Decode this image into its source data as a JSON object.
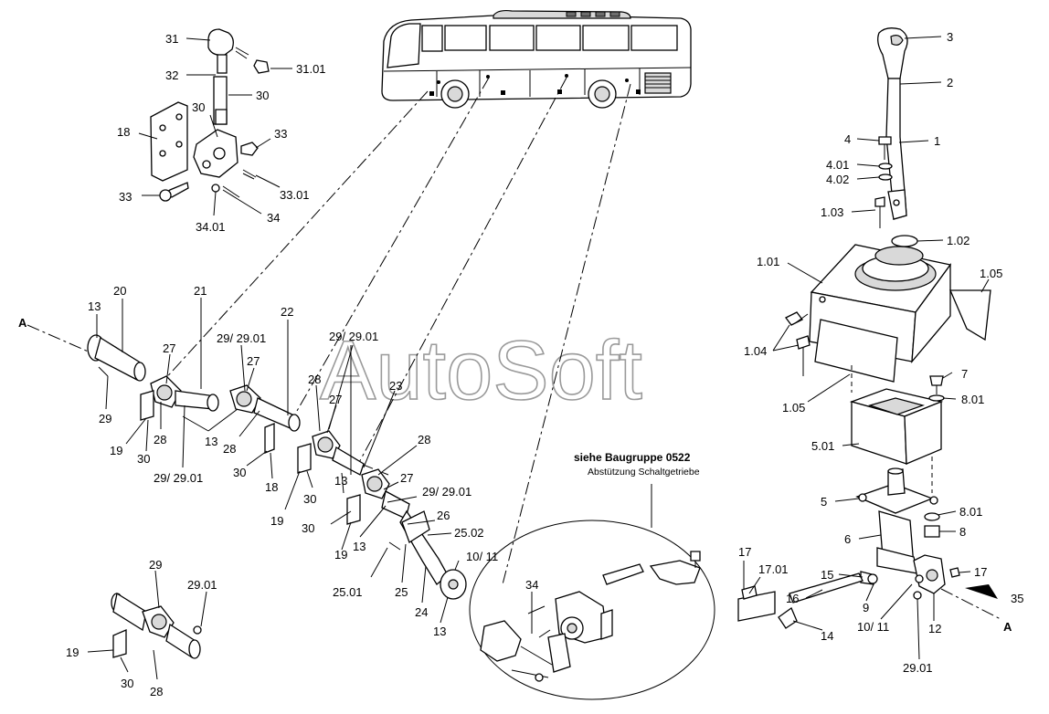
{
  "watermark": "AutoSoft",
  "inset_note": {
    "title": "siehe Baugruppe 0522",
    "subtitle": "Abstützung Schaltgetriebe"
  },
  "labels": {
    "l31": "31",
    "l32": "32",
    "l30a": "30",
    "l3101": "31.01",
    "l18a": "18",
    "l30b": "30",
    "l33a": "33",
    "l33b": "33",
    "l3301": "33.01",
    "l34a": "34",
    "l3401": "34.01",
    "lA1": "A",
    "l13a": "13",
    "l20": "20",
    "l21": "21",
    "l22": "22",
    "l27a": "27",
    "l29a": "29",
    "l19a": "19",
    "l30c": "30",
    "l28a": "28",
    "l292901a": "29/ 29.01",
    "l13b": "13",
    "l292901b": "29/ 29.01",
    "l27b": "27",
    "l28b": "28",
    "l30d": "30",
    "l18b": "18",
    "l292901c": "29/ 29.01",
    "l28c": "28",
    "l27c": "27",
    "l23": "23",
    "l19b": "19",
    "l30e": "30",
    "l13c": "13",
    "l28d": "28",
    "l27d": "27",
    "l292901d": "29/ 29.01",
    "l30f": "30",
    "l19c": "19",
    "l26": "26",
    "l2502": "25.02",
    "l13d": "13",
    "l1011a": "10/ 11",
    "l2501": "25.01",
    "l25": "25",
    "l24": "24",
    "l13e": "13",
    "l29b": "29",
    "l2901a": "29.01",
    "l19d": "19",
    "l30g": "30",
    "l28e": "28",
    "l3": "3",
    "l2": "2",
    "l1": "1",
    "l4": "4",
    "l401": "4.01",
    "l402": "4.02",
    "l103": "1.03",
    "l102": "1.02",
    "l101": "1.01",
    "l105a": "1.05",
    "l104": "1.04",
    "l105b": "1.05",
    "l7": "7",
    "l801a": "8.01",
    "l501": "5.01",
    "l5": "5",
    "l801b": "8.01",
    "l8": "8",
    "l6": "6",
    "l17a": "17",
    "l1701": "17.01",
    "l15": "15",
    "l16": "16",
    "l9": "9",
    "l17b": "17",
    "l35": "35",
    "l1011b": "10/ 11",
    "l12": "12",
    "lA2": "A",
    "l14": "14",
    "l2901b": "29.01",
    "l34b": "34"
  }
}
